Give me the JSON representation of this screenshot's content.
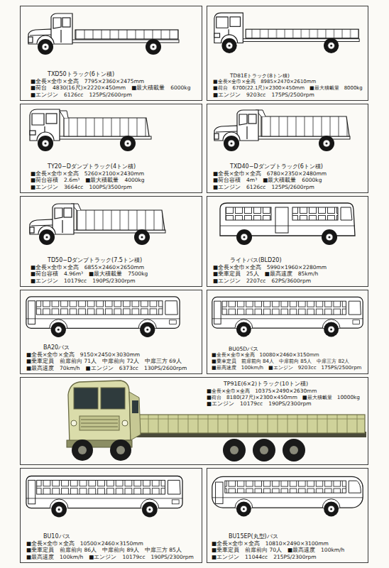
{
  "diagram": {
    "nodes": [
      {
        "text": [
          "TXD50トラック(6トン積)",
          "■全長×全巾×全高　7795×2360×2475mm",
          "■荷台　4830(16尺)×2220×450mm　■最大積載量　6000kg",
          "■エンジン　6126cc　125PS/2600rpm"
        ]
      },
      {
        "text": [
          "TD81Eトラック(8トン積)",
          "■全長×全巾×全高　8985×2470×2610mm",
          "■荷台　6700(22.1尺)×2300×450mm　■最大積載量　8000kg",
          "■エンジン　9203cc　175PS/2500rpm"
        ]
      },
      {
        "text": [
          "TY20−Dダンプトラック(4トン積)",
          "■全長×全巾×全高　5260×2100×2430mm",
          "■荷台容積　2.6m³　■最大積載量　4000kg",
          "■エンジン　3664cc　100PS/3500rpm"
        ]
      },
      {
        "text": [
          "TXD40−Dダンプトラック(6トン積)",
          "■全長×全巾×全高　6780×2350×2480mm",
          "■荷台容積　4m³　■最大積載量　6000kg",
          "■エンジン　6126cc　125PS/2600rpm"
        ]
      },
      {
        "text": [
          "TD50−Dダンプトラック(7.5トン積)",
          "■全長×全巾×全高　6855×2460×2650mm",
          "■荷台容積　4.96m³　■最大積載量　7500kg",
          "■エンジン　10179cc　190PS/2300rpm"
        ]
      },
      {
        "text": [
          "ライトバス(BLD20)",
          "■全長×全巾×全高　5990×1960×2280mm",
          "■乗車定員　25人　■最高速度　85km/h",
          "■エンジン　2207cc　62PS/3600rpm"
        ]
      },
      {
        "text": [
          "BA20バス",
          "■全長×全巾×全高　9150×2450×3030mm",
          "■乗車定員　前扉前向 71人　中扉前向 72人　中扉三方 69人",
          "■最高速度　70km/h　■エンジン　6373cc　130PS/2600rpm"
        ]
      },
      {
        "text": [
          "BU05Dバス",
          "■全長×全巾×全高　10080×2460×3150mm",
          "■乗車定員　前扉前向 84人　中扉前向 85人　中扉三方 82人",
          "■最高速度　100km/h　■エンジン　9203cc　175PS/2500rpm"
        ]
      },
      {
        "text": [
          "TP91E(6×2)トラック(10トン積)",
          "■全長×全巾×全高　10375×2490×2630mm",
          "■荷台　8180(27尺)×2300×450mm　■最大積載量　10000kg",
          "■エンジン　10179cc　190PS/2300rpm"
        ]
      },
      {
        "text": [
          "BU10バス",
          "■全長×全巾×全高　10500×2460×3150mm",
          "■乗車定員　前扉前向 86人　中扉前向 89人　中扉三方 85人",
          "■最高速度　100km/h　■エンジン　10179cc　190PS/2300rpm"
        ]
      },
      {
        "text": [
          "BU15EP(丸型)バス",
          "■全長×全巾×全高　10810×2490×3100mm",
          "■乗車定員　前扉前向 70人　■最高速度　100km/h",
          "■エンジン　11044cc　215PS/2300rpm"
        ]
      }
    ]
  }
}
